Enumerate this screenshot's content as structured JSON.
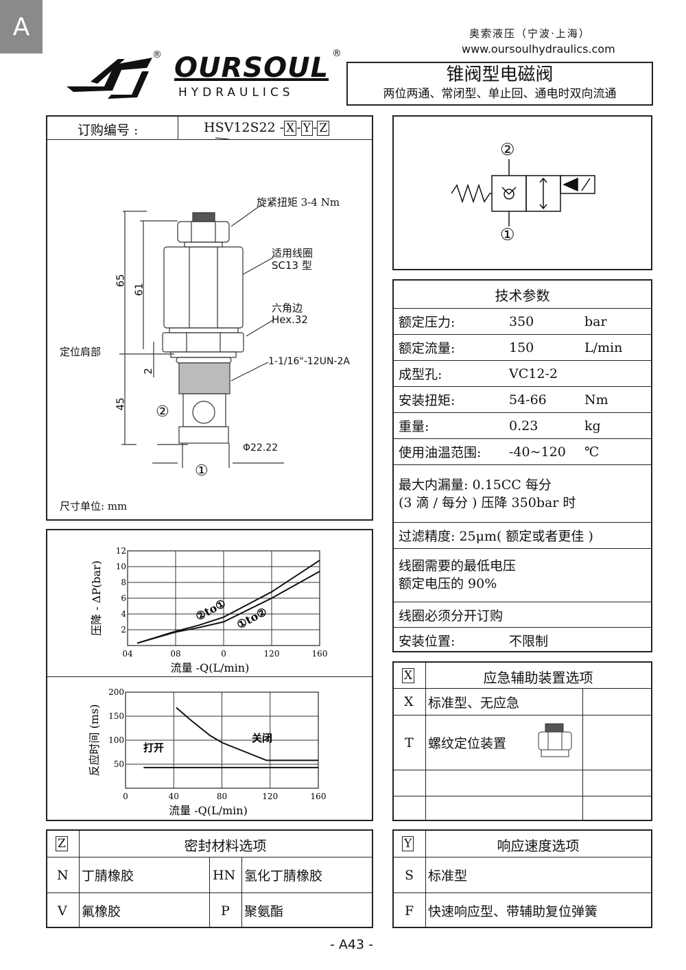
{
  "page_tab": "A",
  "company": {
    "brand": "OURSOUL",
    "sub": "HYDRAULICS",
    "reg": "®",
    "cn_name": "奥索液压（宁波·上海）",
    "website": "www.oursoulhydraulics.com"
  },
  "title": {
    "main": "锥阀型电磁阀",
    "sub": "两位两通、常闭型、单止回、通电时双向流通"
  },
  "order": {
    "label": "订购编号 :",
    "code": "HSV12S22 -",
    "x": "X",
    "y": "Y",
    "z": "Z",
    "dash": "-"
  },
  "drawing": {
    "torque": "旋紧扭矩 3-4 Nm",
    "coil1": "适用线圈",
    "coil2": "SC13 型",
    "hex1": "六角边",
    "hex2": "Hex.32",
    "thread": "1-1/16\"-12UN-2A",
    "shoulder": "定位肩部",
    "dim65": "65",
    "dim61": "61",
    "dim2": "2",
    "dim45": "45",
    "dia": "Φ22.22",
    "port2": "②",
    "port1": "①",
    "unit": "尺寸单位: mm"
  },
  "symbol": {
    "port2": "②",
    "port1": "①"
  },
  "tech": {
    "title": "技术参数",
    "rows": [
      {
        "k": "额定压力:",
        "v": "350",
        "u": "bar"
      },
      {
        "k": "额定流量:",
        "v": "150",
        "u": "L/min"
      },
      {
        "k": "成型孔:",
        "v": "VC12-2",
        "u": ""
      },
      {
        "k": "安装扭矩:",
        "v": "54-66",
        "u": "Nm"
      },
      {
        "k": "重量:",
        "v": "0.23",
        "u": "kg"
      },
      {
        "k": "使用油温范围:",
        "v": "-40~120",
        "u": "℃"
      }
    ],
    "leak1": "最大内漏量:  0.15CC 每分",
    "leak2": "(3 滴 / 每分 ) 压降 350bar 时",
    "filter": "过滤精度: 25μm( 额定或者更佳 )",
    "volt1": "线圈需要的最低电压",
    "volt2": "额定电压的 90%",
    "coil_order": "线圈必须分开订购",
    "mount_k": "安装位置:",
    "mount_v": "不限制"
  },
  "x_opt": {
    "code": "X",
    "title": "应急辅助装置选项",
    "rows": [
      {
        "c": "X",
        "d": "标准型、无应急"
      },
      {
        "c": "T",
        "d": "螺纹定位装置"
      }
    ]
  },
  "z_opt": {
    "code": "Z",
    "title": "密封材料选项",
    "rows": [
      {
        "c1": "N",
        "d1": "丁腈橡胶",
        "c2": "HN",
        "d2": "氢化丁腈橡胶"
      },
      {
        "c1": "V",
        "d1": "氟橡胶",
        "c2": "P",
        "d2": "聚氨酯"
      }
    ]
  },
  "y_opt": {
    "code": "Y",
    "title": "响应速度选项",
    "rows": [
      {
        "c": "S",
        "d": "标准型"
      },
      {
        "c": "F",
        "d": "快速响应型、带辅助复位弹簧"
      }
    ]
  },
  "footer": "- A43 -",
  "chart_data": [
    {
      "type": "line",
      "title": "",
      "xlabel": "流量 -Q(L/min)",
      "ylabel": "压降 - ΔP(bar)",
      "x_ticks": [
        "04",
        "08",
        "0",
        "120",
        "160"
      ],
      "y_ticks": [
        "2",
        "4",
        "6",
        "8",
        "10",
        "12"
      ],
      "ylim": [
        0,
        12
      ],
      "x_index_range": [
        0,
        4
      ],
      "series": [
        {
          "name": "②to①",
          "x": [
            0.2,
            1,
            1.5,
            2,
            3,
            4
          ],
          "y": [
            0.3,
            1.8,
            2.6,
            3.6,
            6.8,
            10.8
          ]
        },
        {
          "name": "①to②",
          "x": [
            0.2,
            1,
            1.5,
            2,
            3,
            4
          ],
          "y": [
            0.3,
            1.7,
            2.3,
            3.0,
            6.0,
            9.4
          ]
        }
      ]
    },
    {
      "type": "line",
      "title": "",
      "xlabel": "流量 -Q(L/min)",
      "ylabel": "反应时间 (ms)",
      "x_ticks": [
        "0",
        "40",
        "80",
        "120",
        "160"
      ],
      "y_ticks": [
        "50",
        "100",
        "150",
        "200"
      ],
      "xlim": [
        0,
        160
      ],
      "ylim": [
        0,
        200
      ],
      "series": [
        {
          "name": "关闭",
          "x": [
            42,
            55,
            70,
            80,
            95,
            110,
            117,
            160
          ],
          "y": [
            168,
            140,
            110,
            95,
            80,
            65,
            58,
            58
          ]
        },
        {
          "name": "打开",
          "x": [
            15,
            160
          ],
          "y": [
            43,
            43
          ]
        }
      ]
    }
  ]
}
